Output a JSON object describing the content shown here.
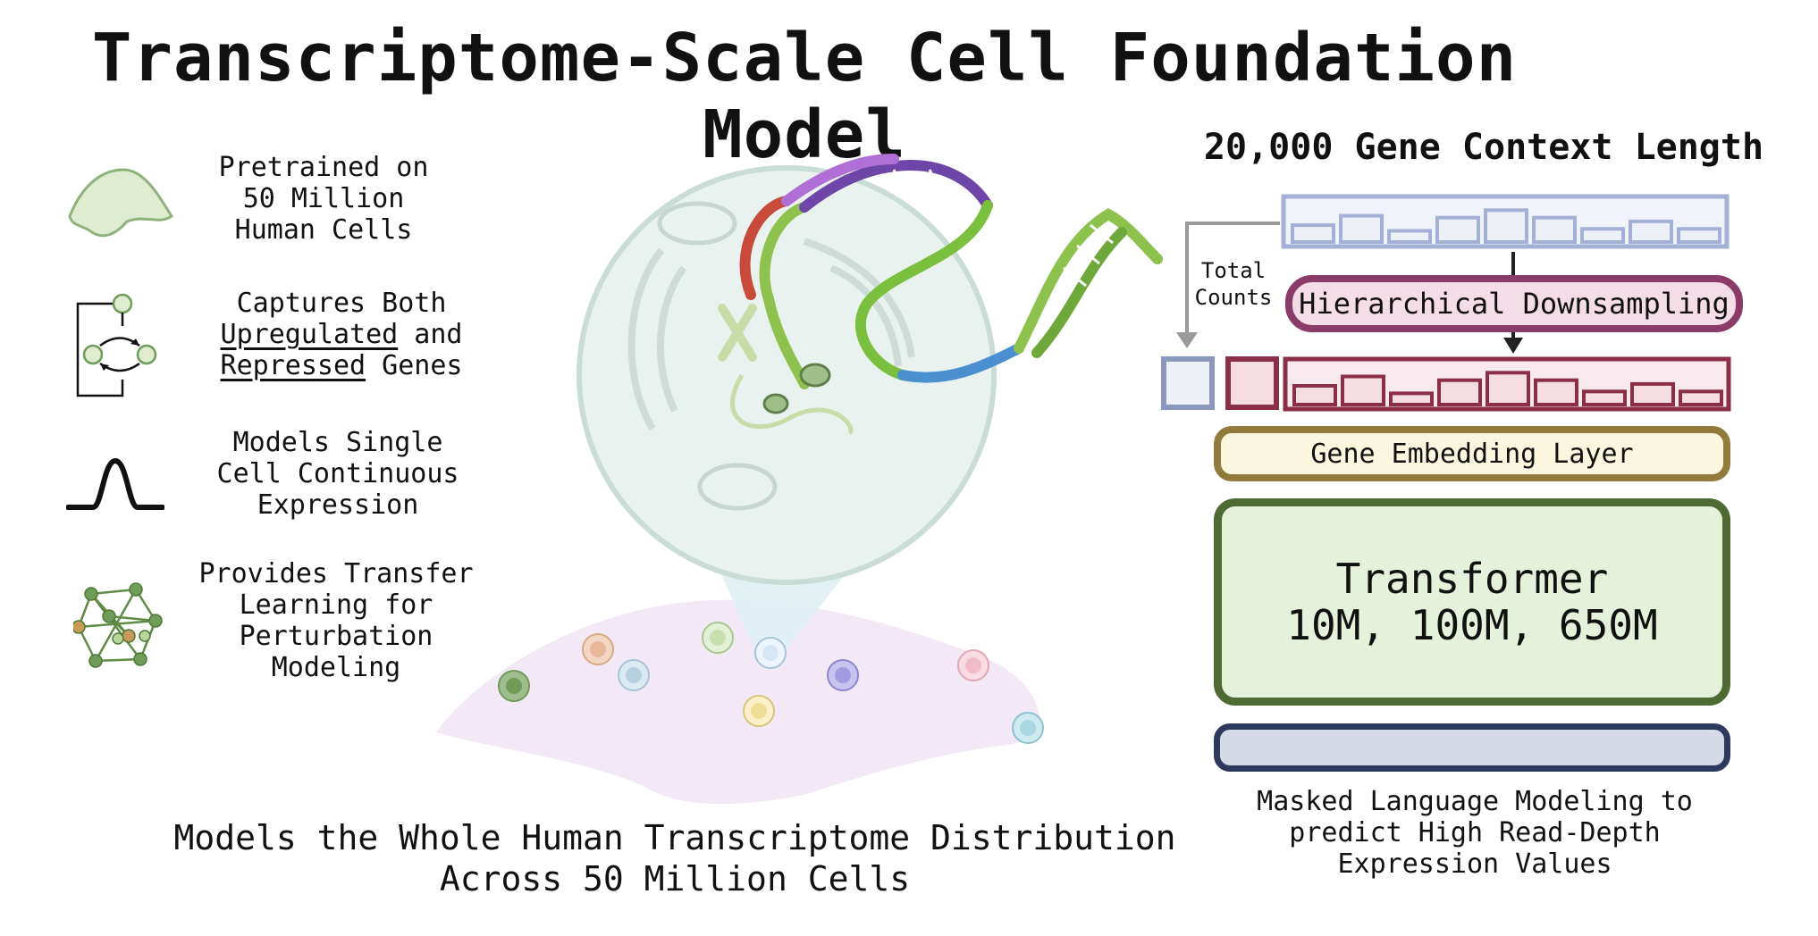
{
  "title": "Transcriptome-Scale Cell Foundation Model",
  "features": [
    {
      "icon": "cell-shape-icon",
      "lines": [
        "Pretrained on",
        "50 Million",
        "Human Cells"
      ]
    },
    {
      "icon": "regulation-network-icon",
      "line1": "Captures Both",
      "line2_u": "Upregulated",
      "line2_rest": " and",
      "line3_u": "Repressed",
      "line3_rest": " Genes"
    },
    {
      "icon": "bell-curve-icon",
      "lines": [
        "Models Single",
        "Cell Continuous",
        "Expression"
      ]
    },
    {
      "icon": "gene-network-icon",
      "lines": [
        "Provides Transfer",
        "Learning for",
        "Perturbation",
        "Modeling"
      ]
    }
  ],
  "caption_bottom": [
    "Models the Whole Human Transcriptome Distribution",
    "Across 50 Million Cells"
  ],
  "architecture": {
    "context_title": "20,000 Gene Context Length",
    "total_counts": [
      "Total",
      "Counts"
    ],
    "downsampling_label": "Hierarchical Downsampling",
    "embedding_label": "Gene Embedding Layer",
    "transformer_lines": [
      "Transformer",
      "10M, 100M, 650M"
    ],
    "mlm_caption": [
      "Masked Language Modeling to",
      "predict High Read-Depth",
      "Expression Values"
    ],
    "input_bars": [
      0.45,
      0.7,
      0.3,
      0.65,
      0.85,
      0.65,
      0.35,
      0.55,
      0.35
    ],
    "output_bars": [
      0.5,
      0.75,
      0.3,
      0.65,
      0.85,
      0.65,
      0.35,
      0.55,
      0.35
    ]
  },
  "colors": {
    "input_border": "#a4b0d6",
    "output_border": "#8b2f48",
    "downsampling_border": "#8a3b67",
    "embedding_border": "#907a3c",
    "transformer_border": "#4f6b34",
    "mlm_border": "#2d3a5d"
  }
}
